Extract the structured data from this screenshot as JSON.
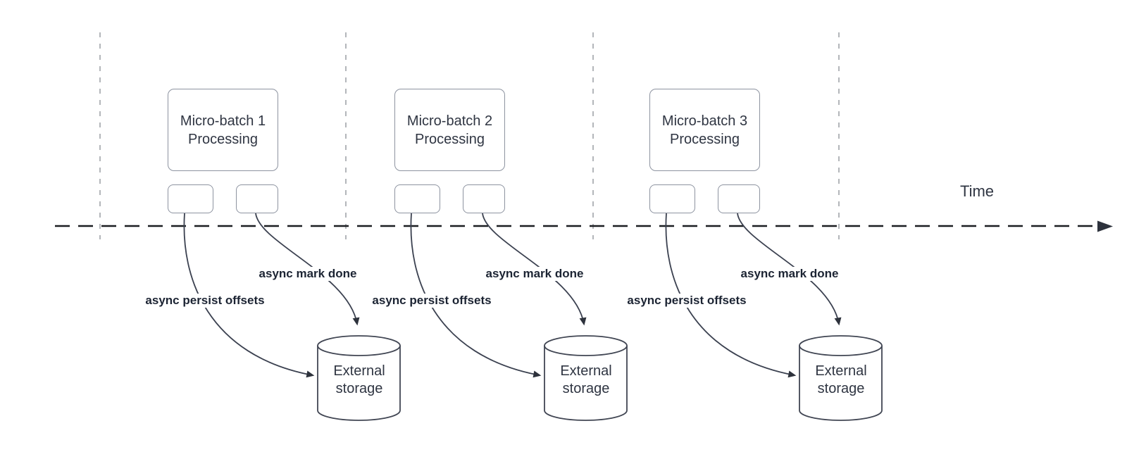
{
  "timeline": {
    "label": "Time"
  },
  "groups": [
    {
      "process_label": "Micro-batch 1\nProcessing",
      "persist_arrow_label": "async persist offsets",
      "mark_done_arrow_label": "async mark done",
      "storage_label": "External\nstorage"
    },
    {
      "process_label": "Micro-batch 2\nProcessing",
      "persist_arrow_label": "async persist offsets",
      "mark_done_arrow_label": "async mark done",
      "storage_label": "External\nstorage"
    },
    {
      "process_label": "Micro-batch 3\nProcessing",
      "persist_arrow_label": "async persist offsets",
      "mark_done_arrow_label": "async mark done",
      "storage_label": "External\nstorage"
    }
  ],
  "colors": {
    "background": "#ffffff",
    "timeline_stroke": "#1b1d21",
    "gridline_stroke": "#a6a9ae",
    "connector_stroke": "#3b4150",
    "arrowhead_fill": "#2d323c",
    "node_border": "#8d93a0",
    "cylinder_stroke": "#4146534",
    "text_color": "#2f3542",
    "label_color": "#1c2433"
  }
}
